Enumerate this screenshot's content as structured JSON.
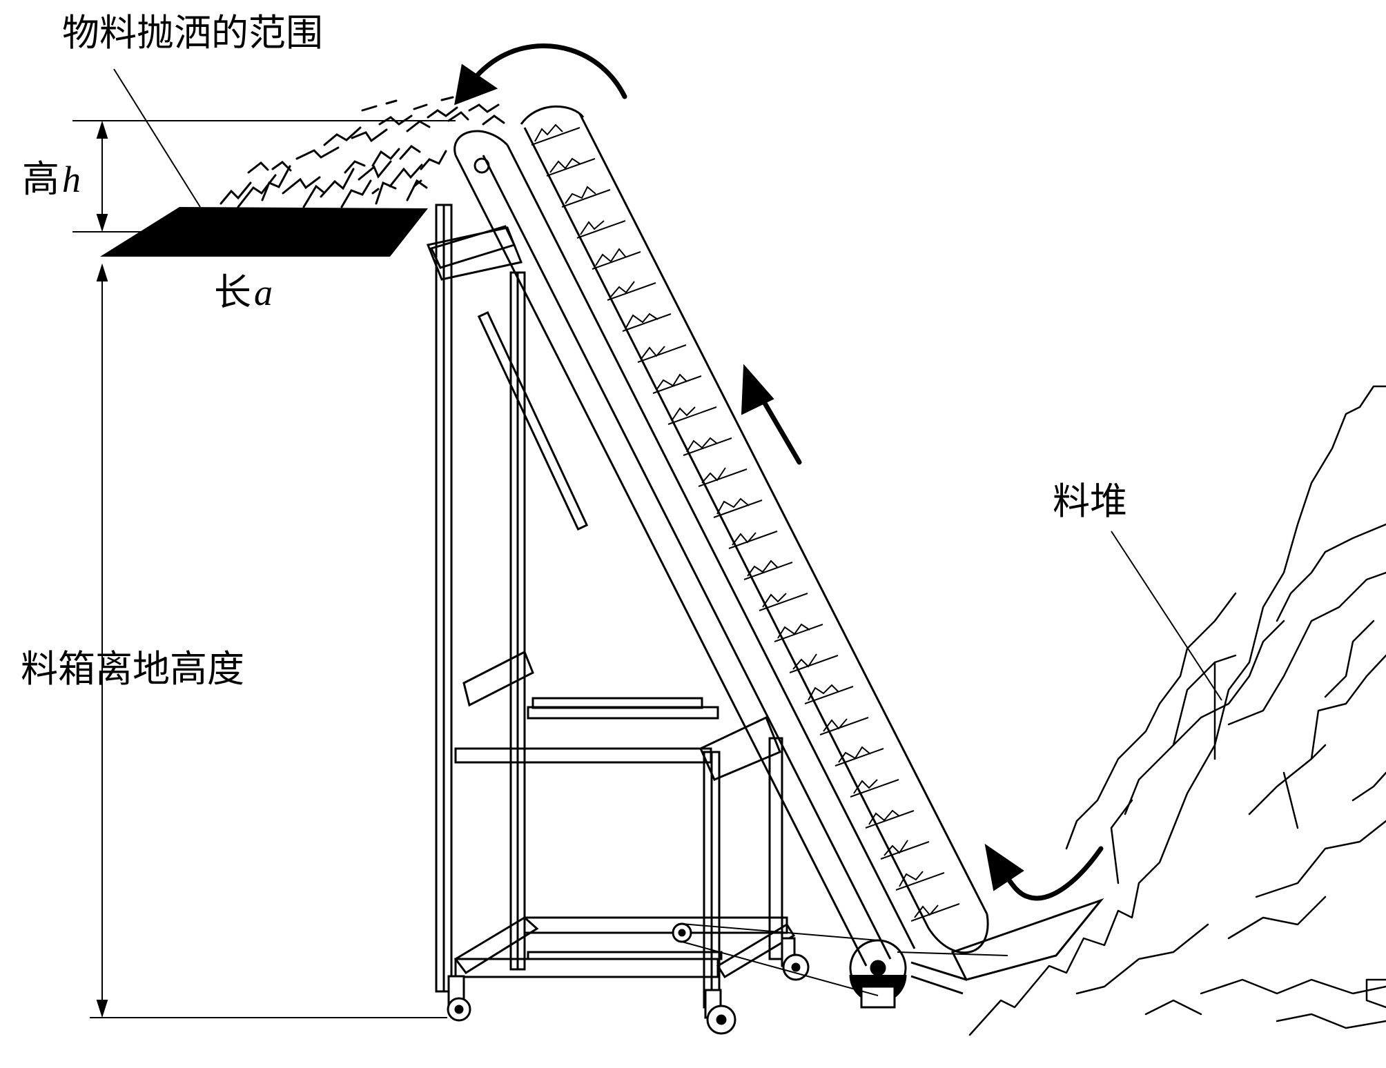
{
  "labels": {
    "scatter_range": "物料抛洒的范围",
    "height_prefix": "高",
    "height_var": "h",
    "length_prefix": "长",
    "length_var": "a",
    "bin_height": "料箱离地高度",
    "material_pile": "料堆"
  },
  "colors": {
    "ink": "#000000",
    "background": "#ffffff"
  }
}
